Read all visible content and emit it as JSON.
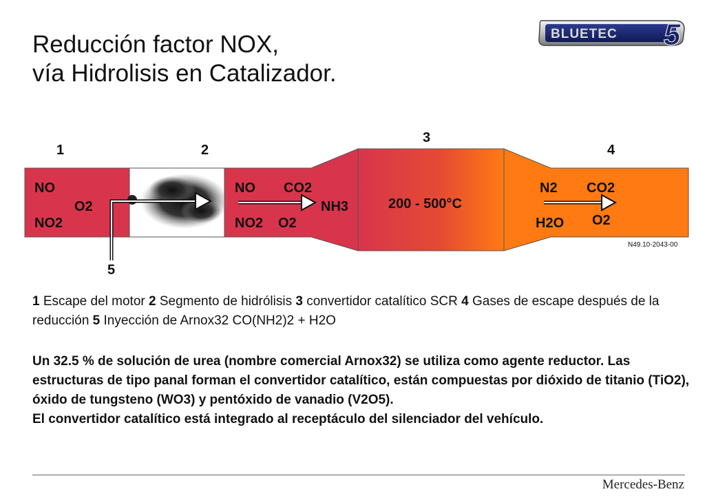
{
  "slide": {
    "title_line1": "Reducción factor NOX,",
    "title_line2": "vía Hidrolisis en Catalizador."
  },
  "logo": {
    "icon": "bluetec-5-logo",
    "text": "BLUETEC",
    "number": "5"
  },
  "diagram": {
    "numbers": {
      "n1": "1",
      "n2": "2",
      "n3": "3",
      "n4": "4",
      "n5": "5"
    },
    "seg1": {
      "no": "NO",
      "o2": "O2",
      "no2": "NO2"
    },
    "seg2": {
      "no": "NO",
      "co2": "CO2",
      "nh3": "NH3",
      "no2": "NO2",
      "o2": "O2"
    },
    "seg3": {
      "temp": "200 - 500°C"
    },
    "seg4": {
      "n2": "N2",
      "co2": "CO2",
      "h2o": "H2O",
      "o2": "O2"
    },
    "ref": "N49.10-2043-00",
    "colors": {
      "red": "#d8354c",
      "orange": "#ff7a12",
      "outline": "#555555"
    }
  },
  "legend": {
    "n1": "1",
    "t1": " Escape del motor ",
    "n2": "2",
    "t2": " Segmento de hidrólisis ",
    "n3": "3",
    "t3": " convertidor catalítico SCR ",
    "n4": "4",
    "t4": " Gases de escape después de la reducción ",
    "n5": "5",
    "t5": " Inyección de Arnox32 CO(NH2)2 + H2O"
  },
  "paragraph": {
    "line1": "Un 32.5 % de solución de urea (nombre comercial Arnox32) se utiliza como agente reductor. Las estructuras de tipo panal forman el convertidor catalítico, están compuestas por dióxido de titanio (TiO2), óxido de tungsteno (WO3) y pentóxido de vanadio (V2O5).",
    "line2": "El convertidor catalítico está integrado al receptáculo del silenciador del vehículo."
  },
  "footer": {
    "brand": "Mercedes-Benz"
  }
}
